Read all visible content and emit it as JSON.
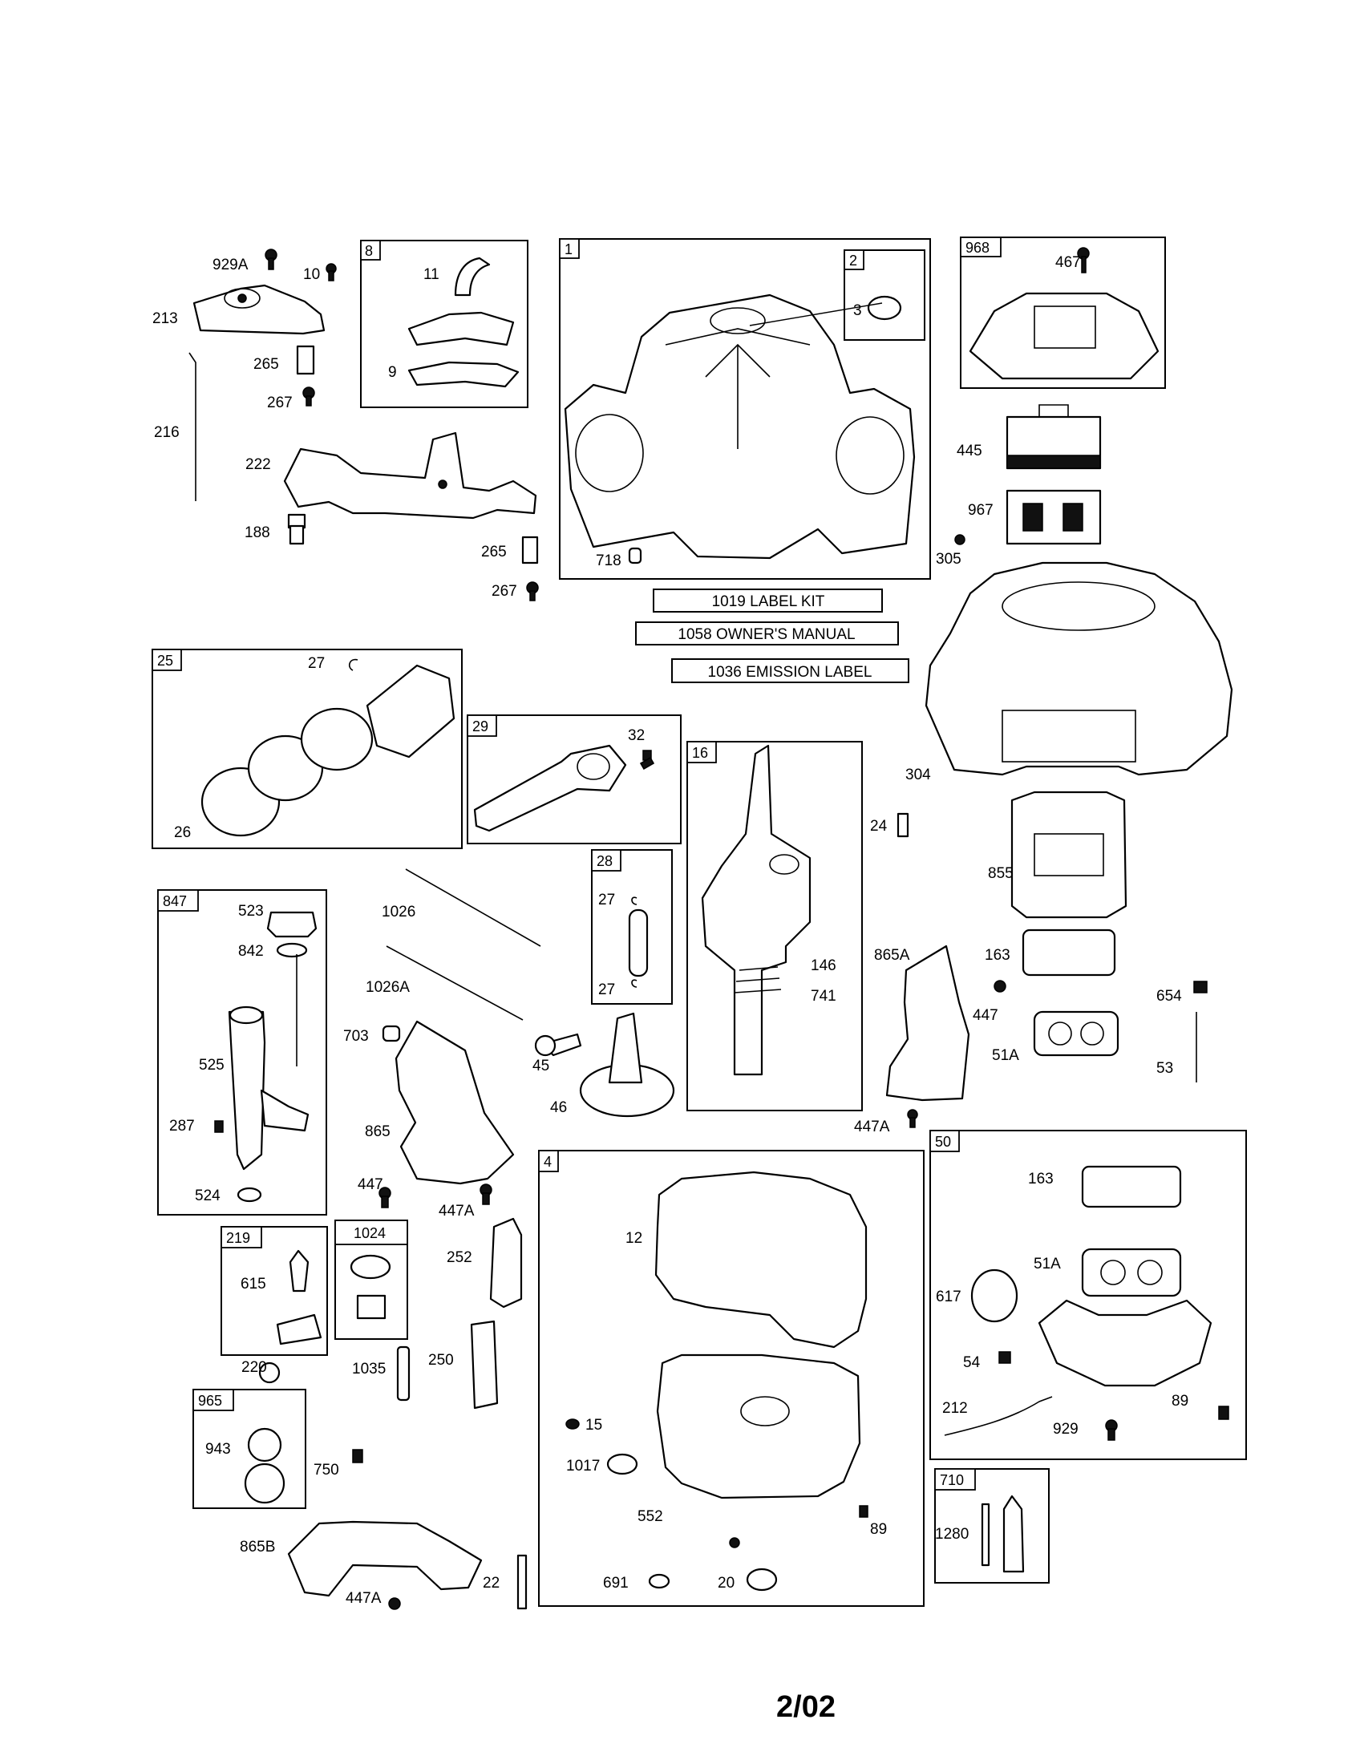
{
  "page_number": "2/02",
  "notes": [
    "1019 LABEL KIT",
    "1058 OWNER'S MANUAL",
    "1036 EMISSION LABEL"
  ],
  "group_boxes": [
    "8",
    "1",
    "2",
    "968",
    "25",
    "29",
    "16",
    "28",
    "847",
    "4",
    "50",
    "219",
    "1024",
    "965",
    "710"
  ],
  "part_labels": [
    "929A",
    "10",
    "213",
    "265",
    "267",
    "216",
    "222",
    "188",
    "265",
    "267",
    "11",
    "9",
    "3",
    "718",
    "467",
    "445",
    "967",
    "305",
    "27",
    "26",
    "32",
    "24",
    "304",
    "855",
    "163",
    "865A",
    "146",
    "741",
    "447",
    "654",
    "51A",
    "53",
    "447A",
    "1026",
    "1026A",
    "703",
    "45",
    "46",
    "865",
    "447",
    "447A",
    "27",
    "27",
    "523",
    "842",
    "525",
    "287",
    "524",
    "12",
    "15",
    "1017",
    "552",
    "89",
    "691",
    "20",
    "163",
    "51A",
    "617",
    "54",
    "212",
    "929",
    "89",
    "615",
    "220",
    "252",
    "1035",
    "250",
    "943",
    "750",
    "865B",
    "447A",
    "22",
    "1280"
  ]
}
